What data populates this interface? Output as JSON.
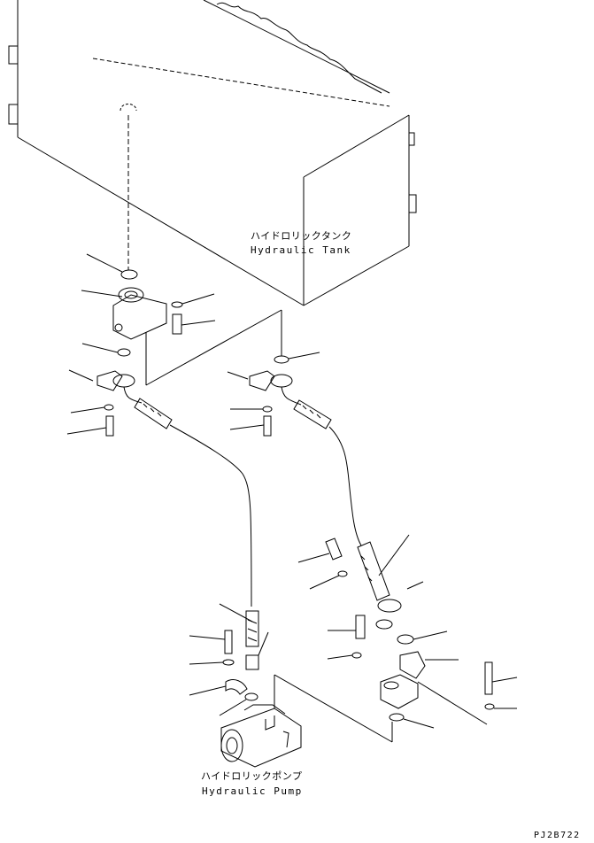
{
  "labels": {
    "tank_jp": "ハイドロリックタンク",
    "tank_en": "Hydraulic Tank",
    "pump_jp": "ハイドロリックポンプ",
    "pump_en": "Hydraulic Pump",
    "drawing_code": "PJ2B722"
  },
  "colors": {
    "line": "#000000",
    "background": "#ffffff"
  }
}
